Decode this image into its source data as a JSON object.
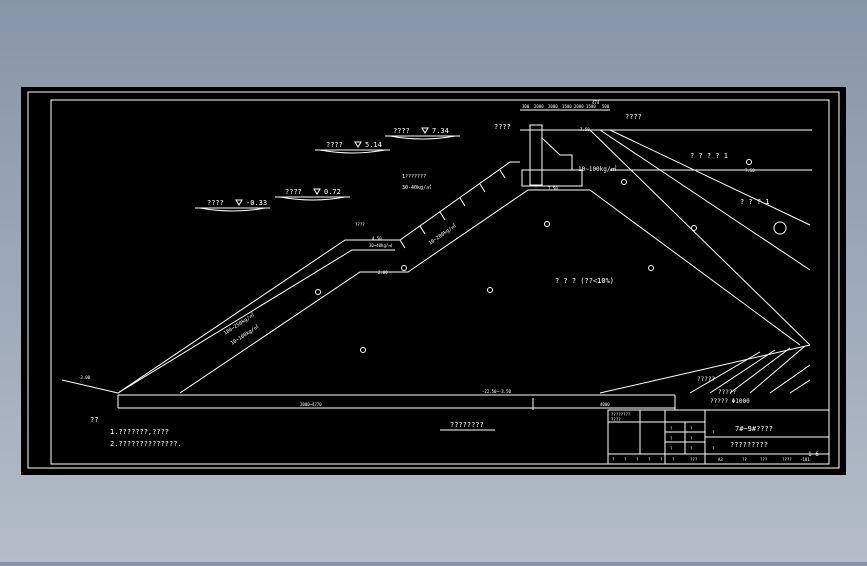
{
  "drawing": {
    "water_levels": [
      {
        "label": "????",
        "value": "-0.33"
      },
      {
        "label": "????",
        "value": "0.72"
      },
      {
        "label": "????",
        "value": "5.14"
      },
      {
        "label": "????",
        "value": "7.34"
      }
    ],
    "crest_label": "????",
    "right_top_label": "????",
    "slope_labels": {
      "upper_block": "1???????",
      "upper_weight": "30-40kg/㎡",
      "berm_weight": "30~40kg/㎡",
      "upper_slope_text": "10~200kg/㎡",
      "lower_block": "180~250kg/㎡",
      "lower_weight": "10~100kg/㎡",
      "crest_weight": "10~100kg/㎡",
      "berm_top": "????"
    },
    "fill_labels": {
      "core": "? ? ? (??<10%)",
      "right_a": "? ? ? ? 1",
      "right_b": "? ? ? 1",
      "right_c": "?????",
      "right_d": "?????",
      "right_e": "????? Φ1000"
    },
    "elevation_marks": {
      "crest": "7.50",
      "crest_right": "7.50",
      "right_slope": "7.50",
      "berm": "4.50",
      "berm_low": "2.00",
      "base": "-22.50~-3.50",
      "toe": "-3.00"
    },
    "dims": {
      "base_left": "2000~4770",
      "base_right": "4000",
      "top_ticks": [
        "300",
        "2000",
        "2000",
        "1500",
        "2000",
        "1500",
        "474",
        "500"
      ]
    },
    "notes": {
      "title": "??",
      "line1": "1.???????,????",
      "line2": "2.??????????????."
    },
    "center_label": "????????",
    "title_block": {
      "corner_label": "????????",
      "corner_sub": "????",
      "project": "7#~9#????",
      "drawing_name": "?????????",
      "num_cells": [
        "?",
        "?",
        "?",
        "?",
        "?",
        "?",
        "?",
        "?"
      ],
      "bottom_labels": [
        "?",
        "?",
        "?",
        "?",
        "?",
        "?",
        "???",
        "A3",
        "??",
        "???",
        "????",
        "·101"
      ],
      "sheet": "1 6"
    }
  }
}
